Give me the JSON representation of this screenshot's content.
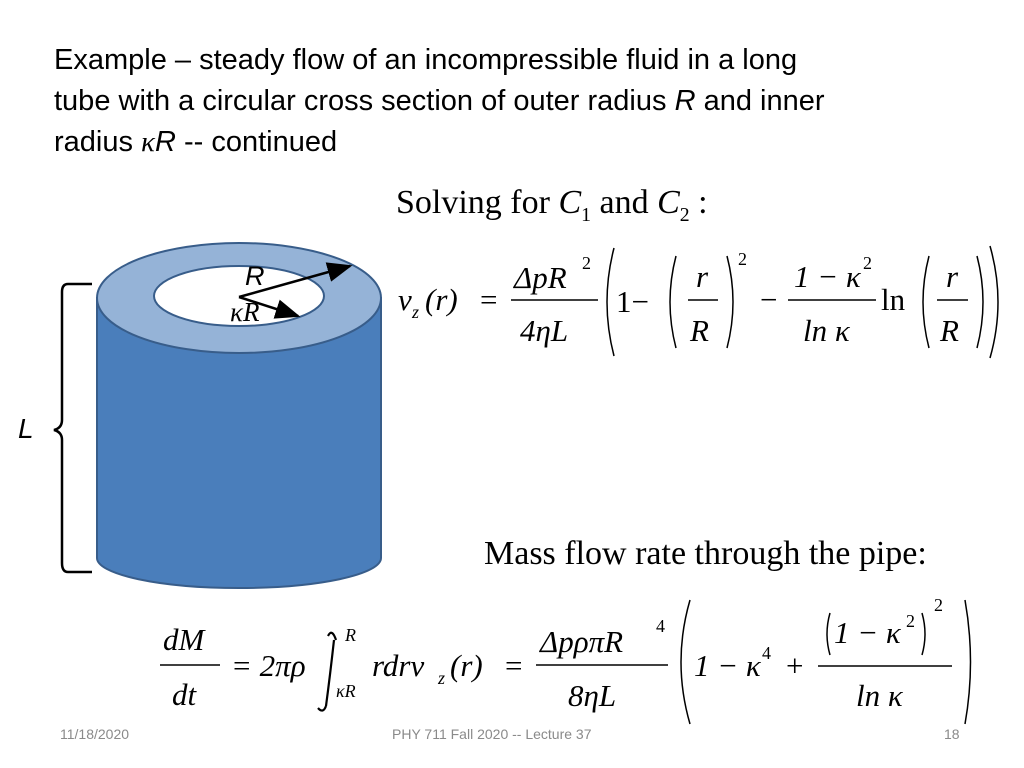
{
  "title": {
    "line1": "Example – steady flow of an incompressible fluid in a long",
    "line2_pre": "tube with a circular cross section of outer radius ",
    "line2_R": "R",
    "line2_post": " and inner",
    "line3_pre": "radius ",
    "line3_kappa": "κ",
    "line3_R": "R",
    "line3_post": "  -- continued"
  },
  "solve_heading": {
    "pre": "Solving for ",
    "c1": "C",
    "c1_sub": "1",
    "mid": " and ",
    "c2": "C",
    "c2_sub": "2",
    "post": " :"
  },
  "mass_heading": "Mass flow rate through the pipe:",
  "figure": {
    "outer_radius_label": "R",
    "inner_radius_label": "κR",
    "length_label": "L",
    "colors": {
      "tube_side": "#4a7ebb",
      "tube_top": "#95b3d7",
      "outline": "#385d8a"
    }
  },
  "eq_velocity": {
    "lhs": "v",
    "lhs_sub": "z",
    "lhs_arg": "(r)",
    "equals": "=",
    "num": "ΔpR",
    "num_exp": "2",
    "den": "4ηL",
    "one_minus": "1−",
    "r": "r",
    "R": "R",
    "exp2": "2",
    "minus": "−",
    "frac2_num": "1 − κ",
    "frac2_num_exp": "2",
    "frac2_den": "ln κ",
    "ln": "ln",
    "r2": "r",
    "R2": "R"
  },
  "eq_mass": {
    "dM": "dM",
    "dt": "dt",
    "eq1": "= 2πρ",
    "int_upper": "R",
    "int_lower": "κR",
    "integrand": "rdrv",
    "integrand_sub": "z",
    "integrand_arg": "(r)",
    "eq2": "=",
    "num": "ΔpρπR",
    "num_exp": "4",
    "den": "8ηL",
    "one_minus_k": "1 − κ",
    "k_exp": "4",
    "plus": "+",
    "frac2_inner": "1 − κ",
    "frac2_inner_exp": "2",
    "frac2_outer_exp": "2",
    "frac2_den": "ln κ"
  },
  "footer": {
    "date": "11/18/2020",
    "course": "PHY 711  Fall 2020 -- Lecture 37",
    "page": "18"
  }
}
